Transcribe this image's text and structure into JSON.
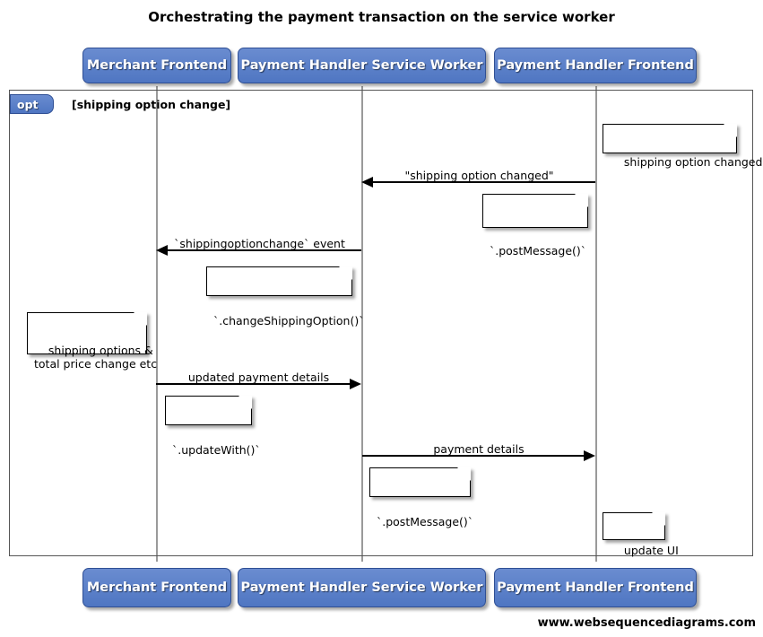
{
  "title": "Orchestrating the payment transaction on the service worker",
  "footer": "www.websequencediagrams.com",
  "colors": {
    "actor_fill": "#5b7fc7",
    "actor_border": "#2f4f94",
    "actor_text": "#ffffff",
    "line": "#000000",
    "lifeline": "#9a9a9a",
    "frame_border": "#555555",
    "note_fill": "#ffffff",
    "background": "#ffffff"
  },
  "participants": [
    {
      "id": "merchant-frontend",
      "label": "Merchant Frontend"
    },
    {
      "id": "payment-handler-service-worker",
      "label": "Payment Handler Service Worker"
    },
    {
      "id": "payment-handler-frontend",
      "label": "Payment Handler Frontend"
    }
  ],
  "fragment": {
    "operator": "opt",
    "guard": "[shipping option change]"
  },
  "messages": [
    {
      "id": "msg-shipping-option-changed",
      "label": "\"shipping option changed\"",
      "from": "payment-handler-frontend",
      "to": "payment-handler-service-worker",
      "direction": "left"
    },
    {
      "id": "msg-shippingoptionchange-event",
      "label": "`shippingoptionchange` event",
      "from": "payment-handler-service-worker",
      "to": "merchant-frontend",
      "direction": "left"
    },
    {
      "id": "msg-updated-payment-details",
      "label": "updated payment details",
      "from": "merchant-frontend",
      "to": "payment-handler-service-worker",
      "direction": "right"
    },
    {
      "id": "msg-payment-details",
      "label": "payment details",
      "from": "payment-handler-service-worker",
      "to": "payment-handler-frontend",
      "direction": "right"
    }
  ],
  "notes": [
    {
      "id": "note-shipping-option-changed",
      "text": "shipping option changed"
    },
    {
      "id": "note-postmessage-1",
      "text": "`.postMessage()`"
    },
    {
      "id": "note-changeshippingoption",
      "text": "`.changeShippingOption()`"
    },
    {
      "id": "note-shipping-options-total-price",
      "text": "shipping options &\ntotal price change etc"
    },
    {
      "id": "note-updatewith",
      "text": "`.updateWith()`"
    },
    {
      "id": "note-postmessage-2",
      "text": "`.postMessage()`"
    },
    {
      "id": "note-update-ui",
      "text": "update UI"
    }
  ]
}
